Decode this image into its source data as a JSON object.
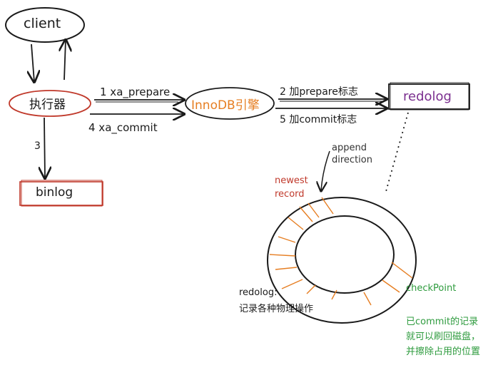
{
  "nodes": {
    "client": "client",
    "executor": "执行器",
    "innodb": "InnoDB引擎",
    "redolog": "redolog",
    "binlog": "binlog"
  },
  "edges": {
    "step1": "1 xa_prepare",
    "step2": "2 加prepare标志",
    "step3": "3",
    "step4": "4 xa_commit",
    "step5": "5 加commit标志"
  },
  "ring": {
    "append_line1": "append",
    "append_line2": "direction",
    "newest_line1": "newest",
    "newest_line2": "record",
    "checkpoint": "checkPoint",
    "redolog_note_title": "redolog:",
    "redolog_note_body": "记录各种物理操作",
    "commit_note_line1": "已commit的记录",
    "commit_note_line2": "就可以刷回磁盘，",
    "commit_note_line3": "并擦除占用的位置"
  },
  "colors": {
    "red": "#c0392b",
    "orange": "#e67e22",
    "purple": "#7b2f8f",
    "green": "#2e9b3e",
    "ink": "#1a1a1a"
  }
}
